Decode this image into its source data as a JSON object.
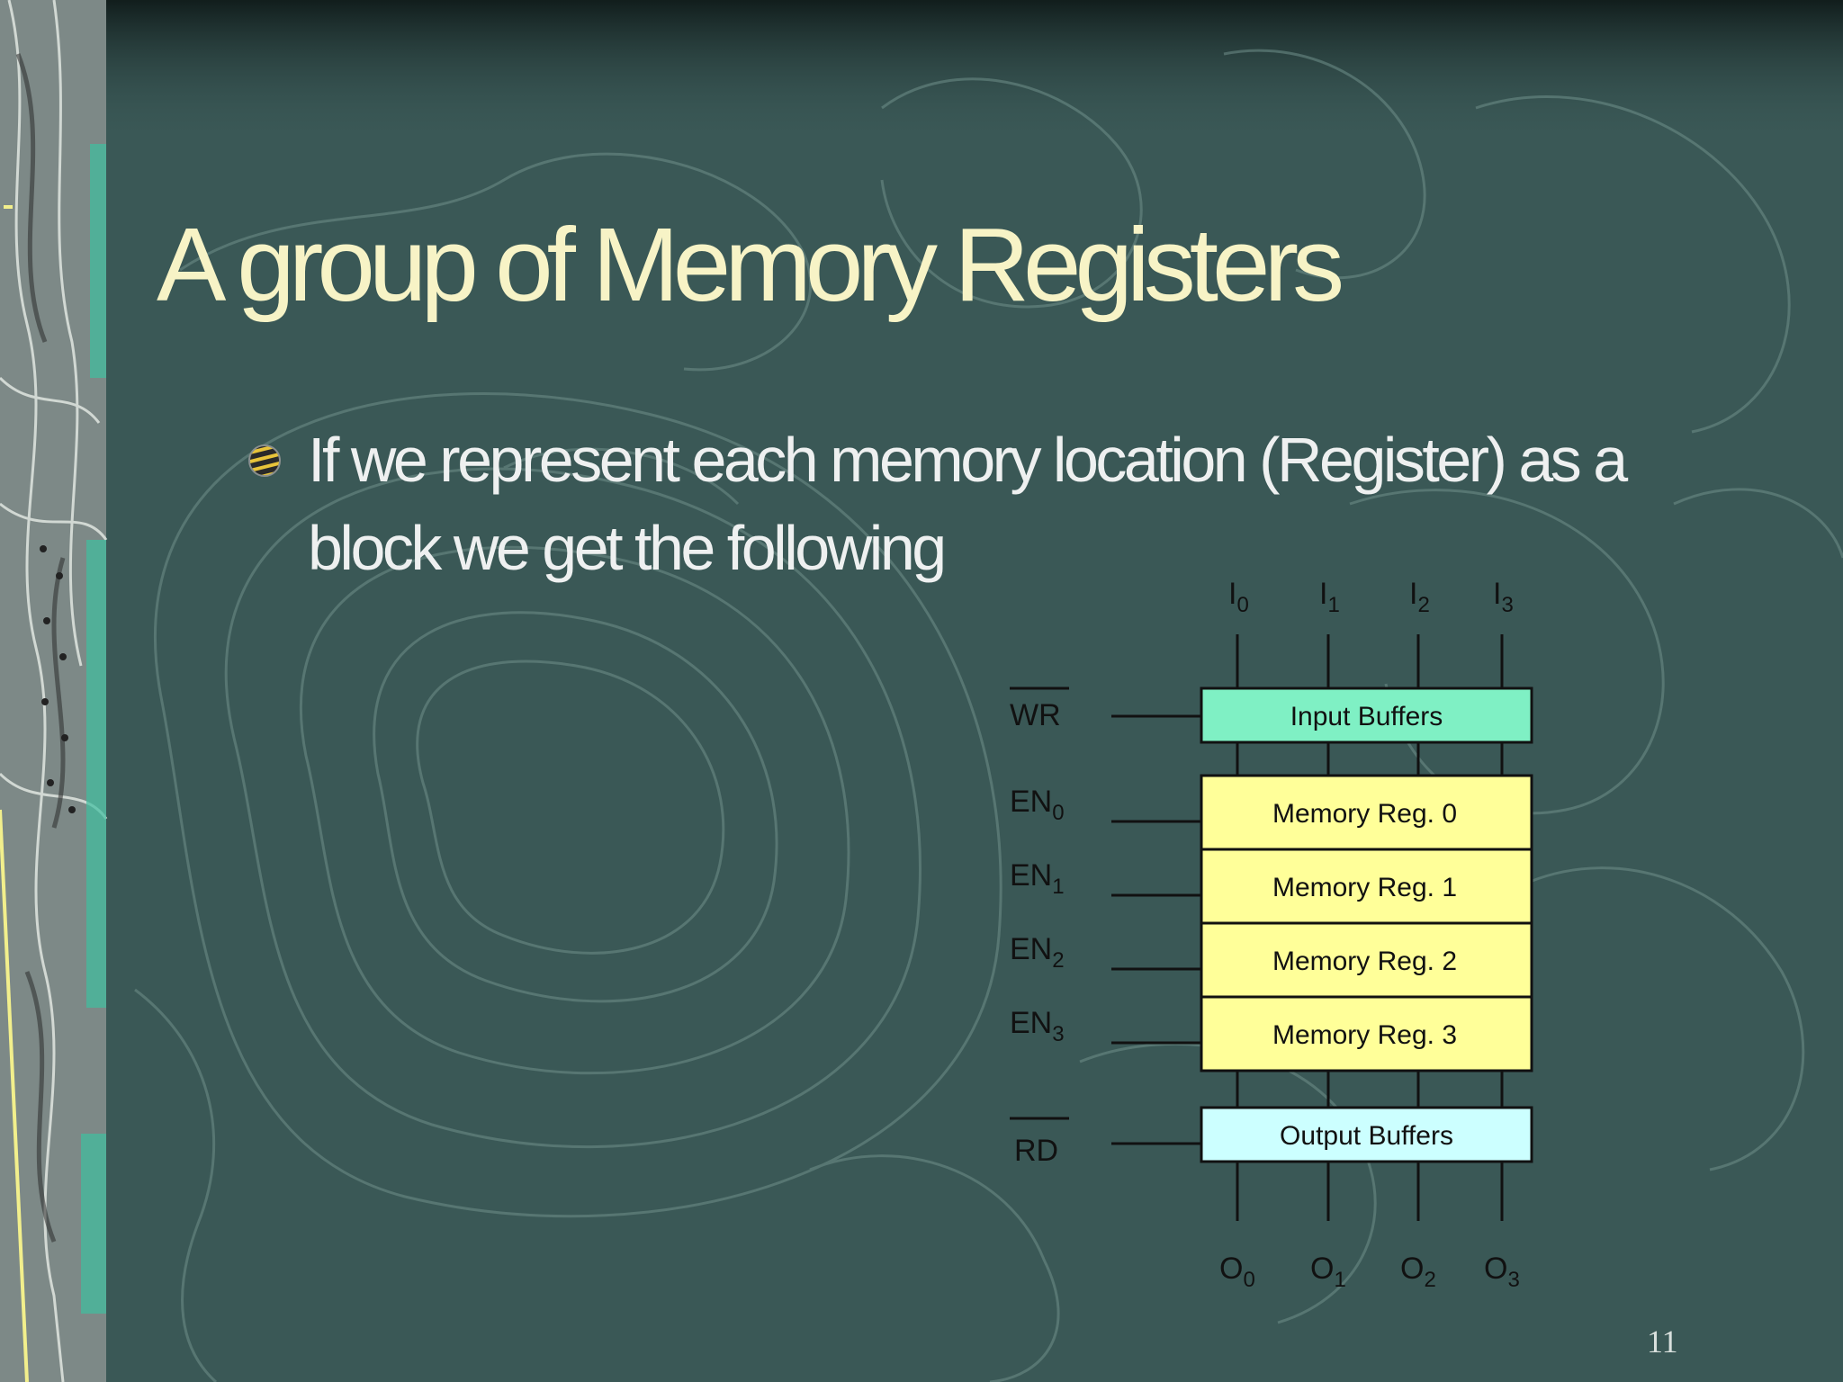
{
  "slide": {
    "title": "A group of Memory Registers",
    "bullet": "If we represent each memory location (Register) as a block we get the following",
    "page_number": "11"
  },
  "diagram": {
    "inputs": [
      {
        "base": "I",
        "sub": "0"
      },
      {
        "base": "I",
        "sub": "1"
      },
      {
        "base": "I",
        "sub": "2"
      },
      {
        "base": "I",
        "sub": "3"
      }
    ],
    "outputs": [
      {
        "base": "O",
        "sub": "0"
      },
      {
        "base": "O",
        "sub": "1"
      },
      {
        "base": "O",
        "sub": "2"
      },
      {
        "base": "O",
        "sub": "3"
      }
    ],
    "write_signal": "WR",
    "read_signal": "RD",
    "enables": [
      {
        "base": "EN",
        "sub": "0"
      },
      {
        "base": "EN",
        "sub": "1"
      },
      {
        "base": "EN",
        "sub": "2"
      },
      {
        "base": "EN",
        "sub": "3"
      }
    ],
    "input_buffer_label": "Input Buffers",
    "output_buffer_label": "Output Buffers",
    "registers": [
      "Memory Reg. 0",
      "Memory Reg. 1",
      "Memory Reg. 2",
      "Memory Reg. 3"
    ],
    "colors": {
      "input_buffer": "#7ff0c4",
      "register": "#ffff99",
      "output_buffer": "#ccffff"
    }
  }
}
